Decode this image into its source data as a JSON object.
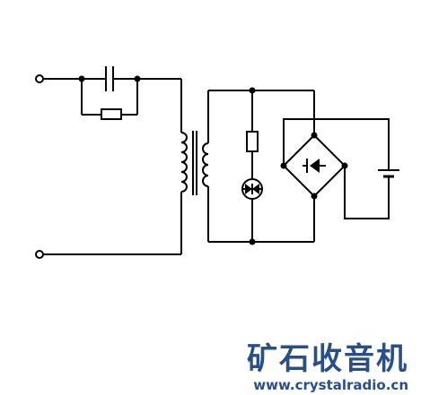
{
  "diagram": {
    "components": [
      "input-terminal",
      "capacitor",
      "resistor",
      "transformer",
      "resistor",
      "neon-lamp",
      "bridge-rectifier",
      "battery"
    ]
  },
  "watermark": {
    "title": "矿石收音机",
    "url": "www.crystalradio.cn"
  }
}
